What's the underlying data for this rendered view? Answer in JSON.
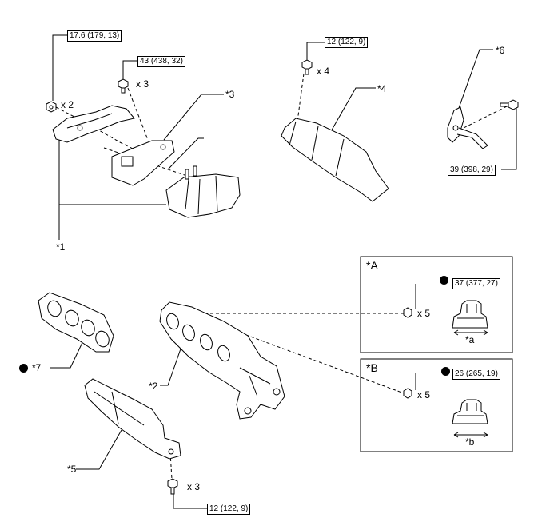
{
  "torque_specs": {
    "nut_top_left": "17.6 (179, 13)",
    "bolt_top_center": "43 (438, 32)",
    "bolt_top_right": "12 (122, 9)",
    "bolt_right": "39 (398, 29)",
    "nut_panel_a": "37 (377, 27)",
    "nut_panel_b": "26 (265, 19)",
    "bolt_bottom": "12 (122, 9)"
  },
  "quantities": {
    "nut_top_left": "x 2",
    "bolt_top_center": "x 3",
    "bolt_top_right": "x 4",
    "nut_panel_a": "x 5",
    "nut_panel_b": "x 5",
    "bolt_bottom": "x 3"
  },
  "part_callouts": {
    "p1": "*1",
    "p2": "*2",
    "p3": "*3",
    "p4": "*4",
    "p5": "*5",
    "p6": "*6",
    "p7": "*7"
  },
  "panels": {
    "a_title": "*A",
    "a_dimension": "*a",
    "b_title": "*B",
    "b_dimension": "*b"
  },
  "colors": {
    "line": "#000000",
    "part_fill": "#ffffff",
    "shade": "#d8d8d8"
  }
}
